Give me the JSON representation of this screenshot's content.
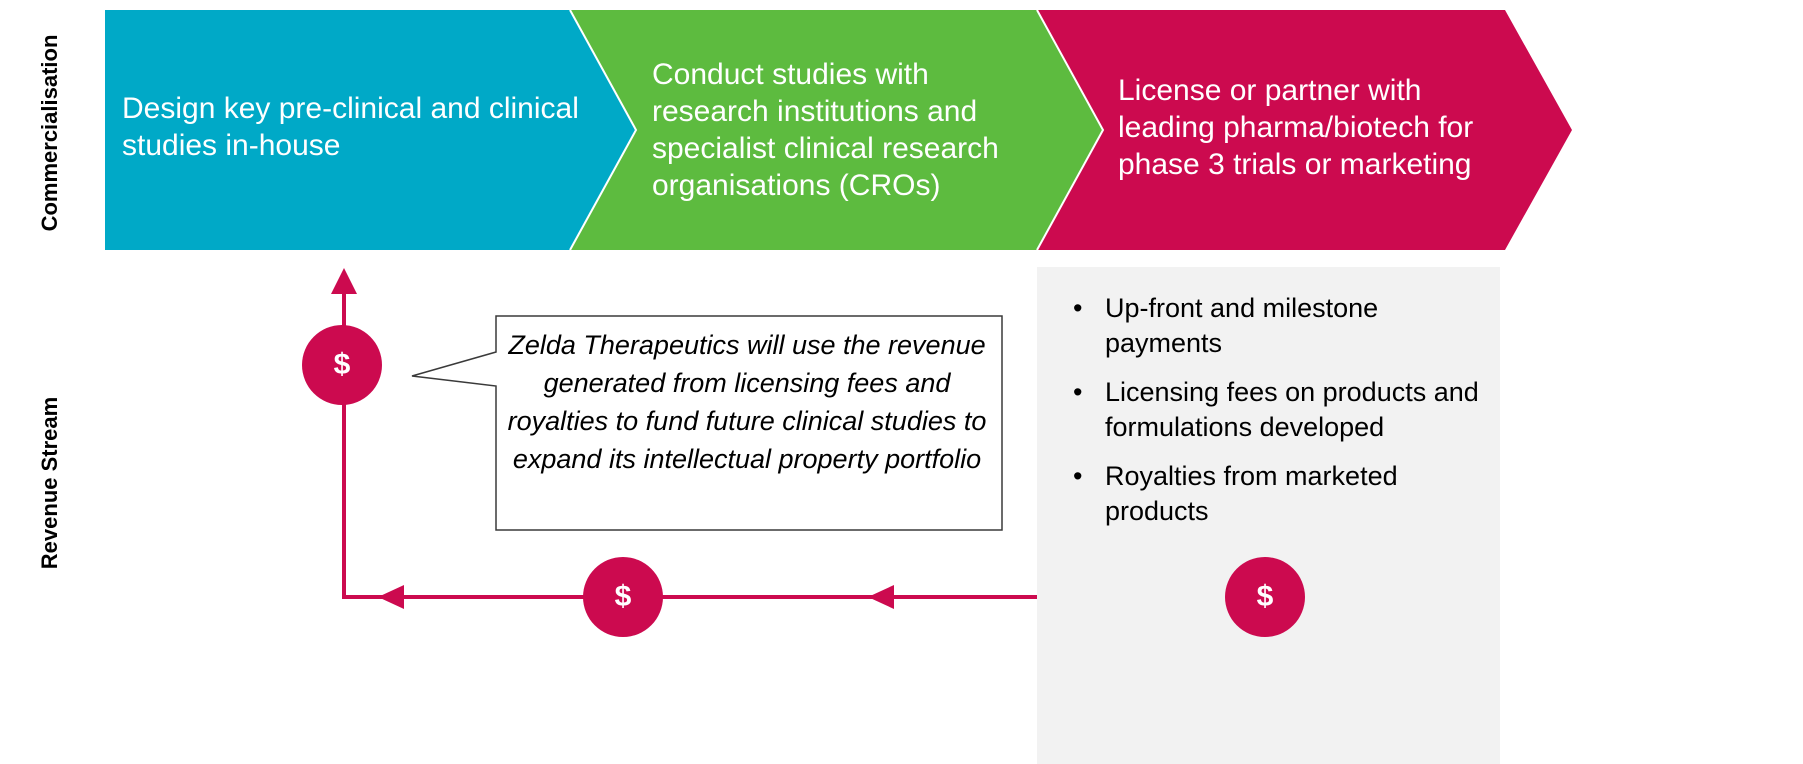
{
  "side_labels": {
    "top": "Commercialisation",
    "bottom": "Revenue Stream"
  },
  "chevrons": [
    {
      "text": "Design key pre-clinical and clinical studies in-house",
      "color": "#00a9c7"
    },
    {
      "text": "Conduct studies with research institutions and specialist clinical research organisations (CROs)",
      "color": "#5dbb3f"
    },
    {
      "text": "License or partner with leading pharma/biotech for phase 3 trials or marketing",
      "color": "#cc0a4f"
    }
  ],
  "callout": {
    "text": "Zelda Therapeutics will use the revenue generated from licensing fees and royalties to fund future clinical studies to expand its intellectual property portfolio"
  },
  "revenue_items": [
    "Up-front and milestone payments",
    "Licensing fees on products and formulations developed",
    "Royalties from marketed products"
  ],
  "coin_symbol": "$",
  "bullet_symbol": "•",
  "colors": {
    "cyan": "#00a9c7",
    "green": "#5dbb3f",
    "magenta": "#cc0a4f",
    "panel": "#f2f2f2"
  },
  "icons": [
    "dollar-coin-icon",
    "arrow-up-icon",
    "arrow-left-icon"
  ]
}
